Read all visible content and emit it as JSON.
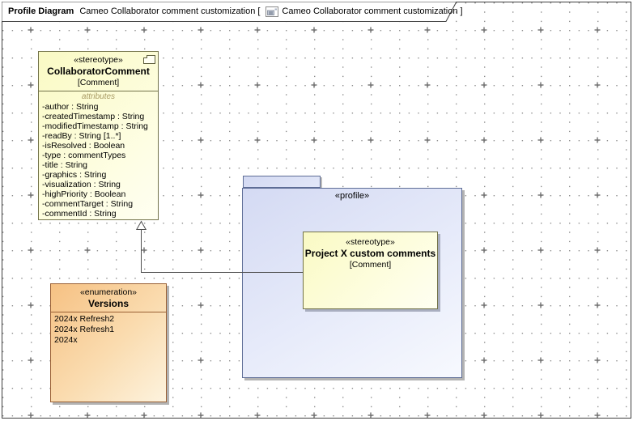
{
  "header": {
    "diagram_type": "Profile Diagram",
    "diagram_name": "Cameo Collaborator comment customization",
    "open_bracket": "[",
    "frame_name": "Cameo Collaborator comment customization",
    "close_bracket": "]"
  },
  "stereotype_box": {
    "stereotype": "«stereotype»",
    "name": "CollaboratorComment",
    "metaclass": "[Comment]",
    "attributes_label": "attributes",
    "attributes": [
      "-author : String",
      "-createdTimestamp : String",
      "-modifiedTimestamp : String",
      "-readBy : String [1..*]",
      "-isResolved : Boolean",
      "-type : commentTypes",
      "-title : String",
      "-graphics : String",
      "-visualization : String",
      "-highPriority : Boolean",
      "-commentTarget : String",
      "-commentId : String"
    ]
  },
  "enumeration_box": {
    "stereotype": "«enumeration»",
    "name": "Versions",
    "literals": [
      "2024x Refresh2",
      "2024x Refresh1",
      "2024x"
    ]
  },
  "profile_package": {
    "stereotype": "«profile»"
  },
  "custom_stereotype_box": {
    "stereotype": "«stereotype»",
    "name": "Project X custom comments",
    "metaclass": "[Comment]"
  },
  "colors": {
    "stereotype_fill": "#FAFAC4",
    "stereotype_border": "#73734A",
    "enumeration_fill": "#F6C183",
    "enumeration_border": "#995F33",
    "package_fill": "#D4DAF3",
    "package_border": "#5E6D96",
    "connector": "#4F4F4F",
    "shadow": "#B3B3B3"
  }
}
